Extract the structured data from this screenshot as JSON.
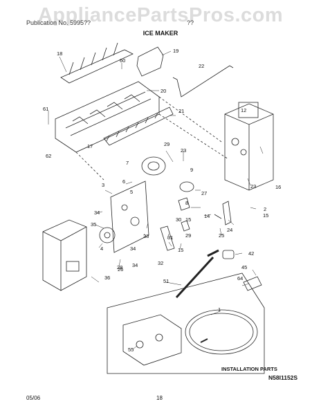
{
  "watermark": "AppliancePartsPros.com",
  "header": {
    "left": "Publication No. 5995??",
    "right": "??"
  },
  "title": "ICE MAKER",
  "diagram_code": "N58I1152S",
  "footer": {
    "date": "05/06",
    "page": "18"
  },
  "installation_label": "INSTALLATION PARTS",
  "callouts": [
    "18",
    "19",
    "60",
    "22",
    "20",
    "21",
    "61",
    "17",
    "62",
    "12",
    "7",
    "29",
    "23",
    "9",
    "16",
    "6",
    "5",
    "8",
    "27",
    "2",
    "3",
    "34",
    "14",
    "30",
    "15",
    "24",
    "35",
    "33",
    "4",
    "25",
    "31",
    "34",
    "28",
    "32",
    "15",
    "36",
    "42",
    "45",
    "64",
    "51",
    "1",
    "55",
    "23",
    "15",
    "26",
    "29",
    "34"
  ]
}
